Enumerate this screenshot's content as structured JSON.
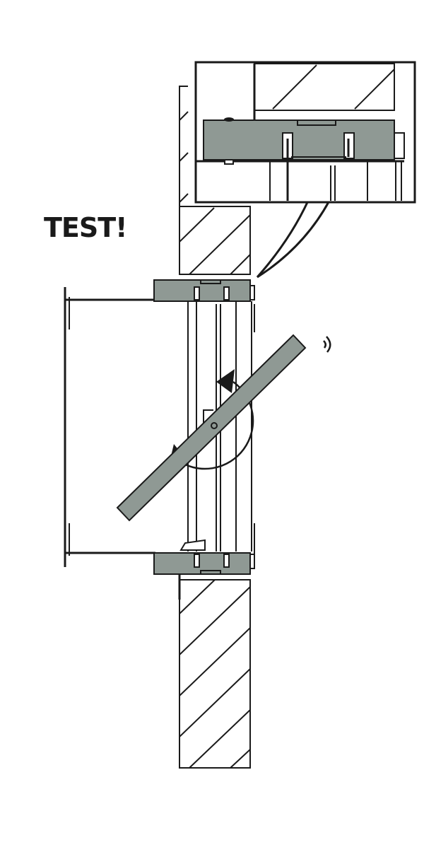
{
  "diagram": {
    "label": "TEST!",
    "colors": {
      "line": "#1a1a1a",
      "panel_fill": "#8f9994",
      "background": "#ffffff"
    },
    "parts": [
      "detail-callout",
      "upper-wall-section",
      "lower-wall-section",
      "door-frame",
      "top-mounting-plate",
      "bottom-mounting-plate",
      "rotating-blade",
      "rotation-arrow",
      "sound-indicator"
    ]
  }
}
